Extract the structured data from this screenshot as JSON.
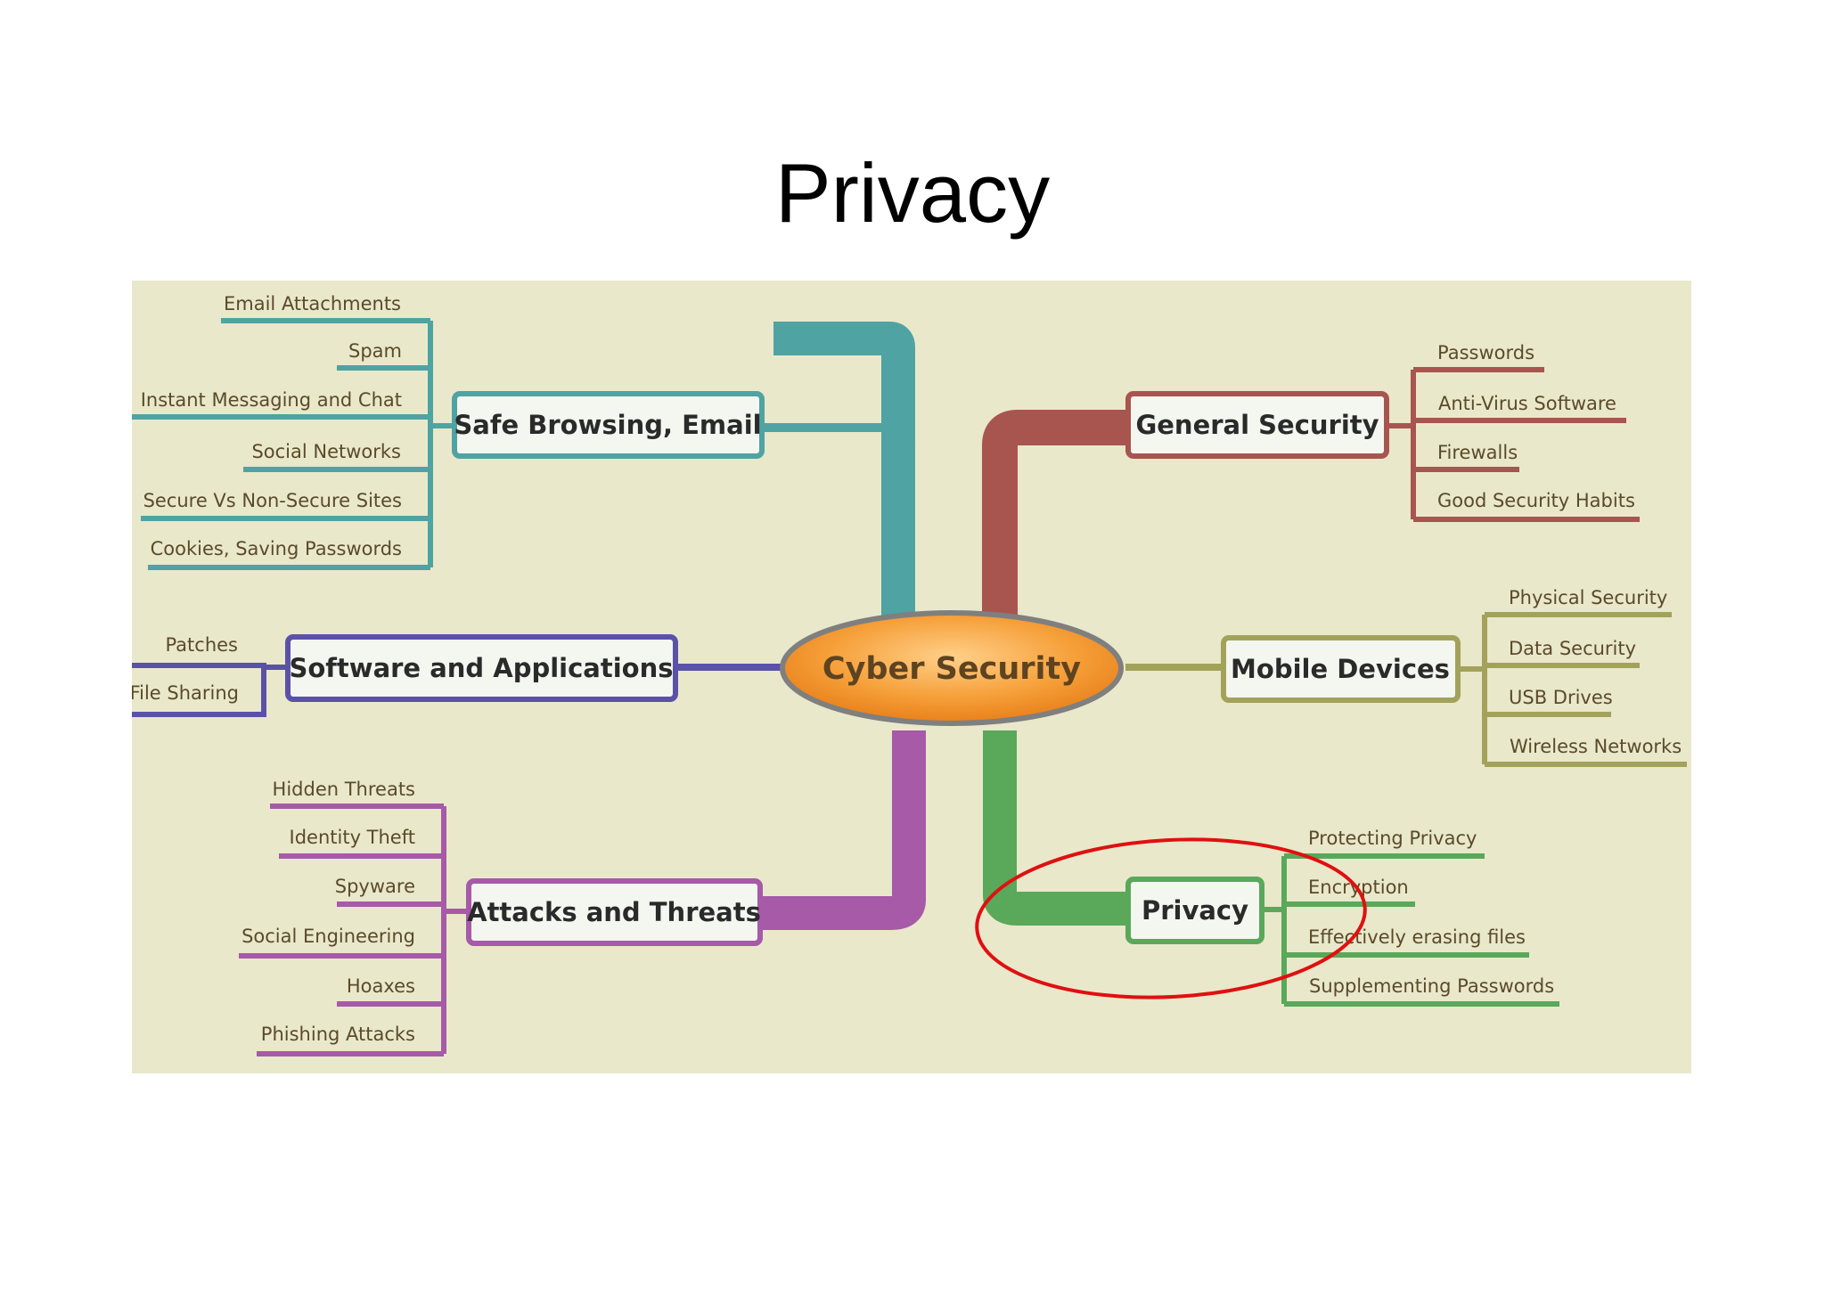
{
  "slide": {
    "title": "Privacy"
  },
  "mindmap": {
    "center": "Cyber Security",
    "branches": {
      "safe_browsing": {
        "label": "Safe Browsing, Email",
        "color": "#4fa3a3",
        "items": [
          "Email Attachments",
          "Spam",
          "Instant Messaging and Chat",
          "Social Networks",
          "Secure Vs Non-Secure Sites",
          "Cookies, Saving Passwords"
        ]
      },
      "software": {
        "label": "Software and Applications",
        "color": "#5a52a8",
        "items": [
          "Patches",
          "File Sharing"
        ]
      },
      "attacks": {
        "label": "Attacks and Threats",
        "color": "#a65aa8",
        "items": [
          "Hidden Threats",
          "Identity Theft",
          "Spyware",
          "Social Engineering",
          "Hoaxes",
          "Phishing Attacks"
        ]
      },
      "general": {
        "label": "General Security",
        "color": "#a8544f",
        "items": [
          "Passwords",
          "Anti-Virus Software",
          "Firewalls",
          "Good Security Habits"
        ]
      },
      "mobile": {
        "label": "Mobile Devices",
        "color": "#a3a25a",
        "items": [
          "Physical Security",
          "Data Security",
          "USB Drives",
          "Wireless Networks"
        ]
      },
      "privacy": {
        "label": "Privacy",
        "color": "#5aa85a",
        "items": [
          "Protecting Privacy",
          "Encryption",
          "Effectively erasing files",
          "Supplementing Passwords"
        ]
      }
    },
    "highlight_color": "#e01010"
  }
}
